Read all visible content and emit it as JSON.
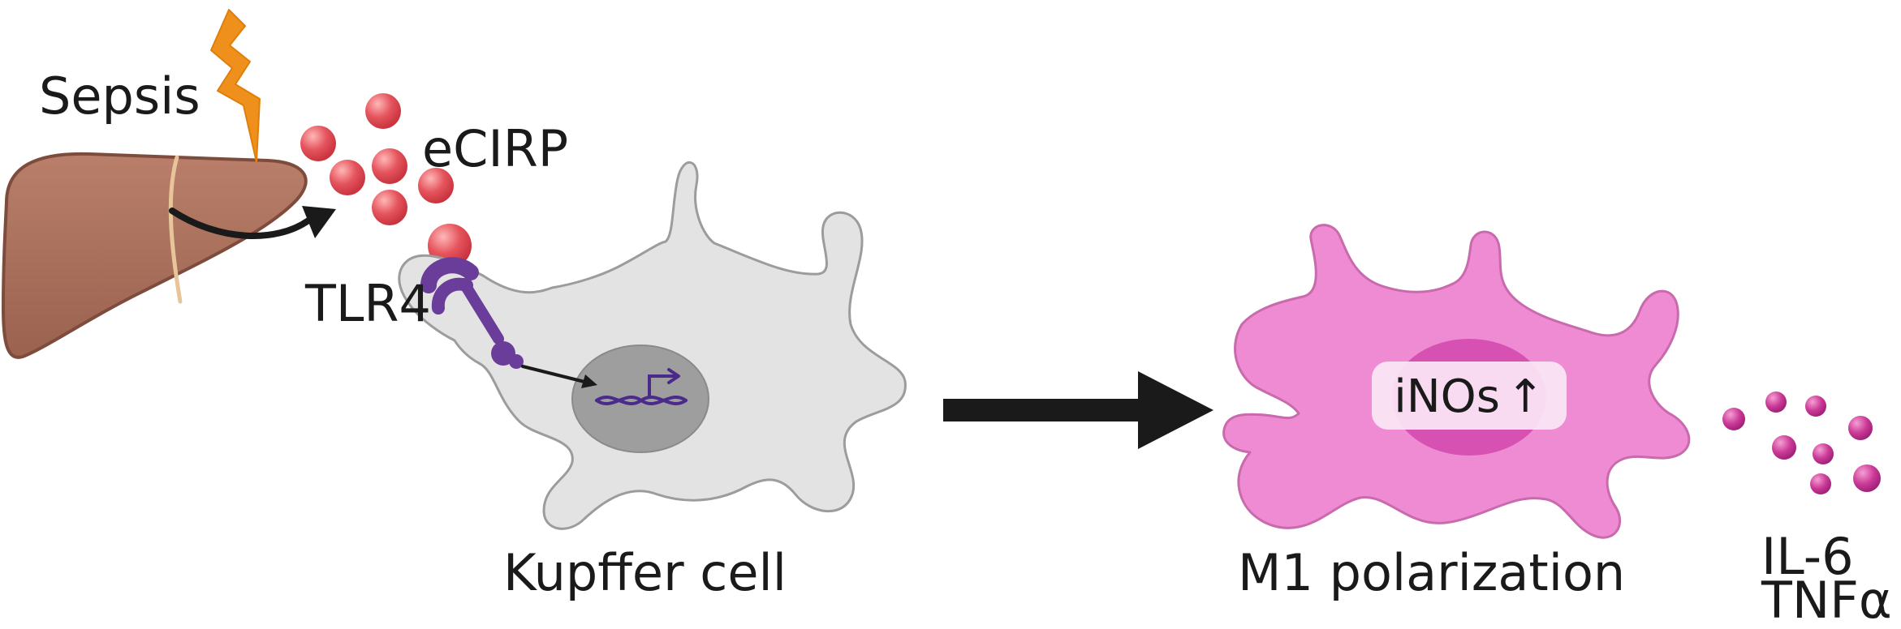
{
  "labels": {
    "trigger": "Sepsis",
    "ligand": "eCIRP",
    "receptor": "TLR4",
    "cell": "Kupffer cell",
    "marker": "iNOs",
    "marker_change": "↑",
    "outcome": "M1 polarization",
    "cytokine_1": "IL-6",
    "cytokine_2": "TNFα"
  },
  "icons": {
    "liver": "liver-icon",
    "bolt": "lightning-bolt-icon",
    "receptor": "tlr4-receptor-icon",
    "dna": "dna-transcription-icon"
  },
  "colors": {
    "liver": "#a8705c",
    "bolt": "#f0901c",
    "ecirp": "#e0505a",
    "tlr4": "#6a3d9a",
    "kupffer": "#e3e3e3",
    "nucleus": "#9e9e9e",
    "m1_cell": "#ee8bd2",
    "m1_nucleus": "#d651b2",
    "cytokine": "#c42f8e",
    "arrow": "#1a1a1a"
  }
}
